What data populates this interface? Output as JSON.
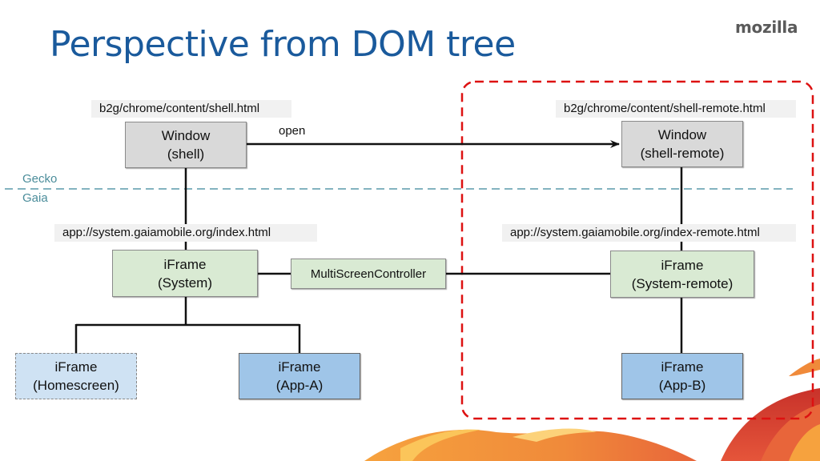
{
  "slide": {
    "title": "Perspective from DOM tree",
    "logo": "mozilla",
    "colors": {
      "title": "#1a5a9c",
      "remote_boundary": "#dd1111",
      "layer_divider": "#5a9aaa",
      "window_fill": "#d9d9d9",
      "system_fill": "#d9ead3",
      "app_fill": "#9fc5e8",
      "homescreen_fill": "#cfe2f3"
    }
  },
  "layers": {
    "upper": "Gecko",
    "lower": "Gaia"
  },
  "labels": {
    "shell_url": "b2g/chrome/content/shell.html",
    "shell_remote_url": "b2g/chrome/content/shell-remote.html",
    "system_url": "app://system.gaiamobile.org/index.html",
    "system_remote_url": "app://system.gaiamobile.org/index-remote.html"
  },
  "nodes": {
    "window_shell": [
      "Window",
      "(shell)"
    ],
    "window_shell_remote": [
      "Window",
      "(shell-remote)"
    ],
    "iframe_system": [
      "iFrame",
      "(System)"
    ],
    "iframe_system_remote": [
      "iFrame",
      "(System-remote)"
    ],
    "multiscreen_controller": "MultiScreenController",
    "iframe_homescreen": [
      "iFrame",
      "(Homescreen)"
    ],
    "iframe_app_a": [
      "iFrame",
      "(App-A)"
    ],
    "iframe_app_b": [
      "iFrame",
      "(App-B)"
    ]
  },
  "edges": {
    "open_label": "open"
  }
}
